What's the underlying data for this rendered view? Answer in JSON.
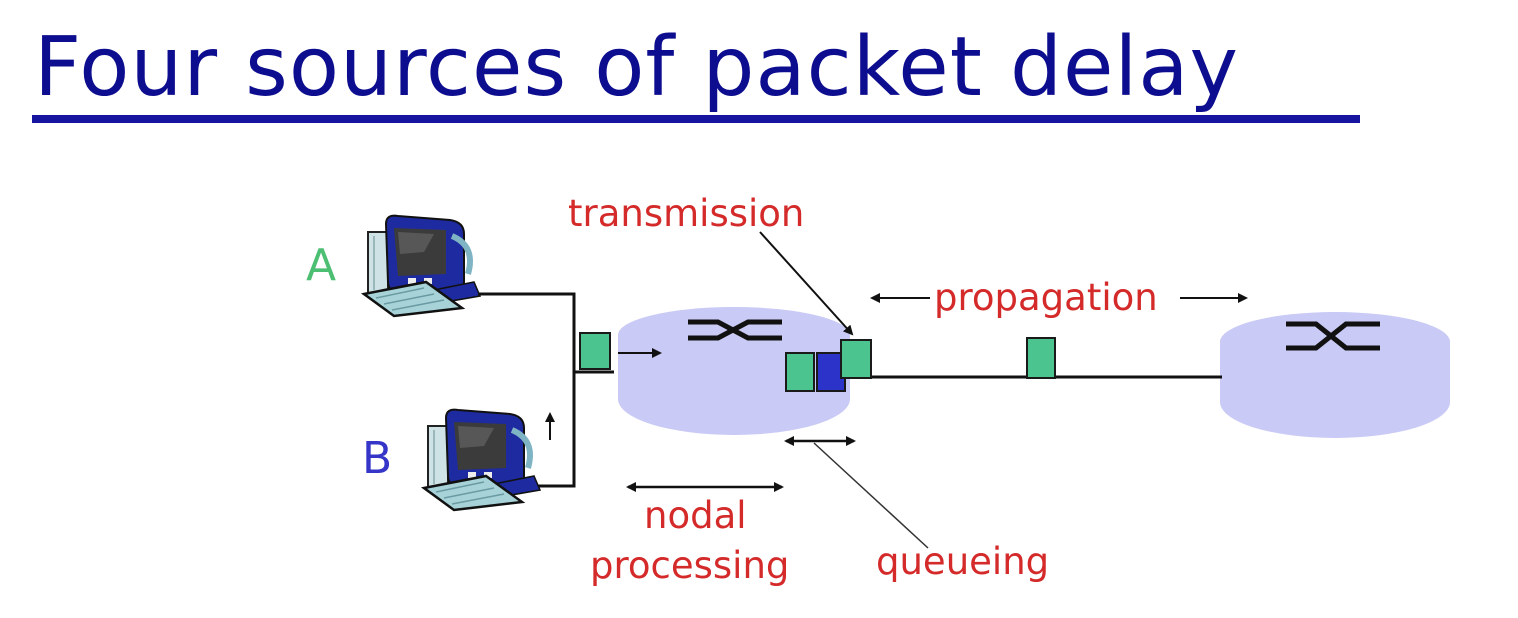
{
  "title": "Four sources of packet delay",
  "colors": {
    "title": "#0d0d8f",
    "label": "#d42a2a",
    "host_a": "#4cbf73",
    "host_b": "#3535c8",
    "router": "#c9caf5",
    "packet_green": "#4cc490",
    "packet_blue": "#2b33c8",
    "link": "#111111"
  },
  "hosts": [
    {
      "id": "A",
      "label": "A"
    },
    {
      "id": "B",
      "label": "B"
    }
  ],
  "routers": [
    {
      "id": "router-1",
      "icon": "router-switch-icon"
    },
    {
      "id": "router-2",
      "icon": "router-switch-icon"
    }
  ],
  "delay_labels": {
    "transmission": "transmission",
    "propagation": "propagation",
    "nodal_line1": "nodal",
    "nodal_line2": "processing",
    "queueing": "queueing"
  },
  "packets": [
    {
      "location": "arriving at router 1",
      "color": "green"
    },
    {
      "location": "router 1 queue",
      "color": "green"
    },
    {
      "location": "router 1 queue",
      "color": "blue"
    },
    {
      "location": "router 1 transmitting",
      "color": "green"
    },
    {
      "location": "on link",
      "color": "green"
    }
  ]
}
